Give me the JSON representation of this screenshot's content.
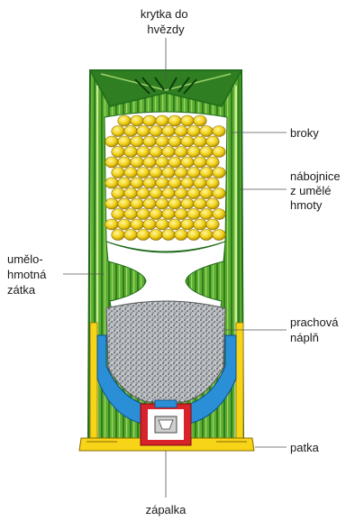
{
  "labels": {
    "crimp_top": [
      "krytka do",
      "hvězdy"
    ],
    "shot": [
      "broky"
    ],
    "hull": [
      "nábojnice",
      "z umělé",
      "hmoty"
    ],
    "wad": [
      "umělo-",
      "hmotná",
      "zátka"
    ],
    "powder": [
      "prachová",
      "náplň"
    ],
    "head": [
      "patka"
    ],
    "primer": [
      "zápalka"
    ]
  },
  "colors": {
    "hull_green": "#5cae2e",
    "hull_dark": "#1f6a1a",
    "hull_light": "#9fd36a",
    "shot_yellow": "#f2d21a",
    "shot_dark": "#b08a00",
    "powder_grey": "#9ea3a8",
    "base_blue": "#2a8fd6",
    "base_yellow": "#f7d417",
    "primer_red": "#d8232a"
  }
}
